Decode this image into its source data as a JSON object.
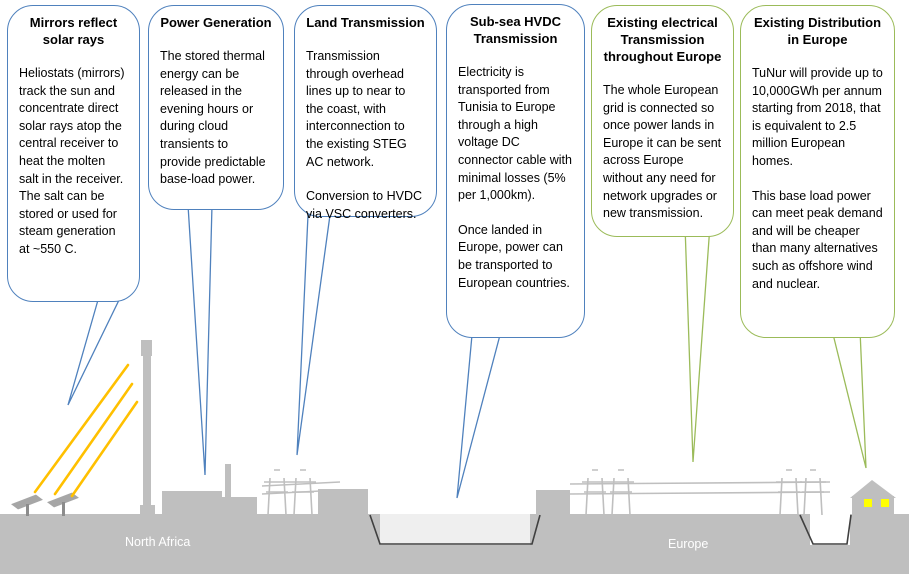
{
  "callouts": [
    {
      "id": "mirrors",
      "title": "Mirrors reflect solar rays",
      "paragraphs": [
        "Heliostats (mirrors) track the sun and concentrate direct solar rays atop the central receiver to heat the molten salt in the receiver. The salt can be stored or used for steam generation at ~550 C."
      ],
      "color": "#4f81bd"
    },
    {
      "id": "power-generation",
      "title": "Power Generation",
      "paragraphs": [
        "The stored thermal energy can be released in the evening hours or during cloud transients to provide predictable base-load power."
      ],
      "color": "#4f81bd"
    },
    {
      "id": "land-transmission",
      "title": "Land Transmission",
      "paragraphs": [
        "Transmission through overhead lines up to near to the coast, with interconnection to the existing STEG AC network.",
        "Conversion to HVDC via VSC converters."
      ],
      "color": "#4f81bd"
    },
    {
      "id": "subsea-hvdc",
      "title": "Sub-sea HVDC Transmission",
      "paragraphs": [
        "Electricity is transported from Tunisia to Europe through a high voltage DC connector cable with minimal losses (5% per 1,000km).",
        "Once landed in Europe, power can be transported to European countries."
      ],
      "color": "#4f81bd"
    },
    {
      "id": "existing-transmission",
      "title": "Existing electrical Transmission throughout Europe",
      "paragraphs": [
        "The whole European grid is connected so once power lands in Europe it can be sent across Europe without any need for network upgrades or new transmission."
      ],
      "color": "#9bbb59"
    },
    {
      "id": "existing-distribution",
      "title": "Existing Distribution in Europe",
      "paragraphs": [
        "TuNur will provide up to 10,000GWh per annum starting from 2018, that is equivalent to 2.5 million European homes.",
        "This base load power can meet peak demand and will be cheaper than many alternatives such as offshore wind and nuclear."
      ],
      "color": "#9bbb59"
    }
  ],
  "ground": {
    "left_label": "North Africa",
    "right_label": "Europe"
  },
  "colors": {
    "ground": "#bfbfbf",
    "sun_rays": "#ffc000",
    "house_window": "#ffff00",
    "blue_outline": "#4f81bd",
    "green_outline": "#9bbb59"
  }
}
